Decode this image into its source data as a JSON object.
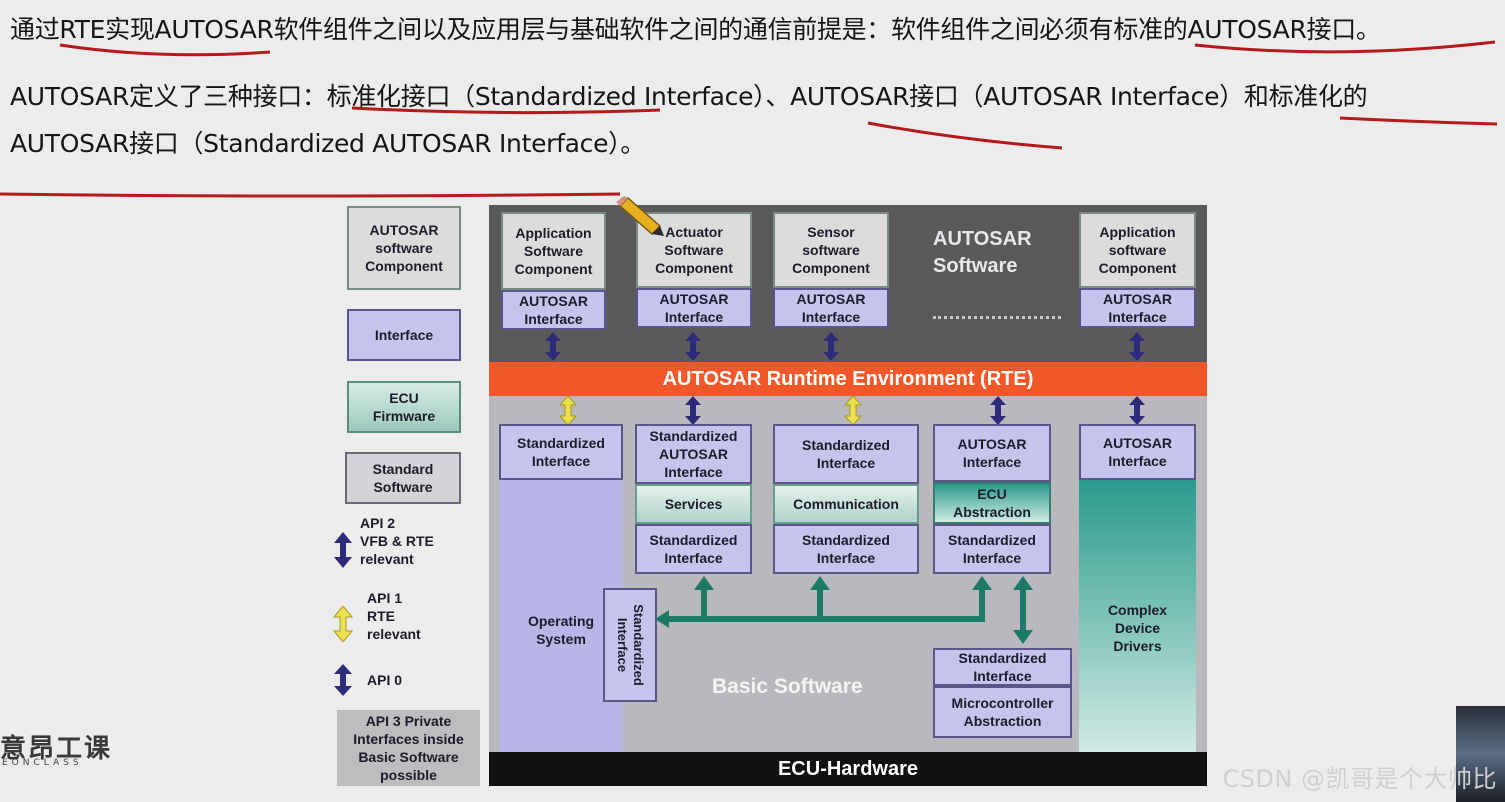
{
  "text": {
    "line1": "通过RTE实现AUTOSAR软件组件之间以及应用层与基础软件之间的通信前提是：软件组件之间必须有标准的AUTOSAR接口。",
    "line2": "AUTOSAR定义了三种接口：标准化接口（Standardized Interface）、AUTOSAR接口（AUTOSAR Interface）和标准化的",
    "line3": "AUTOSAR接口（Standardized AUTOSAR Interface）。"
  },
  "legend": {
    "swc": "AUTOSAR\nsoftware\nComponent",
    "interface": "Interface",
    "ecu_fw": "ECU\nFirmware",
    "std_sw": "Standard\nSoftware",
    "api2": "API 2\nVFB & RTE\nrelevant",
    "api1": "API 1\nRTE\nrelevant",
    "api0": "API 0",
    "api3": "API 3 Private\nInterfaces inside\nBasic Software\npossible"
  },
  "diagram": {
    "swc1": "Application\nSoftware\nComponent",
    "swc2": "Actuator\nSoftware\nComponent",
    "swc3": "Sensor\nsoftware\nComponent",
    "swc4": "Application\nsoftware\nComponent",
    "autosar_interface": "AUTOSAR\nInterface",
    "autosar_software": "AUTOSAR\nSoftware",
    "rte": "AUTOSAR Runtime Environment (RTE)",
    "std_interface": "Standardized\nInterface",
    "std_autosar_interface": "Standardized\nAUTOSAR\nInterface",
    "services": "Services",
    "communication": "Communication",
    "ecu_abstraction": "ECU\nAbstraction",
    "operating_system": "Operating\nSystem",
    "std_interface_vertical": "Standardized\nInterface",
    "basic_software": "Basic Software",
    "mcu_abstraction": "Microcontroller\nAbstraction",
    "cdd": "Complex\nDevice\nDrivers",
    "hardware": "ECU-Hardware"
  },
  "branding": {
    "logo": "意昂工课",
    "logo_sub": "EONCLASS",
    "watermark": "CSDN @凯哥是个大帅比"
  },
  "colors": {
    "rte": "#f0582a",
    "interface": "#c5c4ec",
    "api2_arrow": "#2e2a7a",
    "api1_arrow": "#e8d84a",
    "internal_arrow": "#1d7a66",
    "annotation_ink": "#b41a1a"
  }
}
